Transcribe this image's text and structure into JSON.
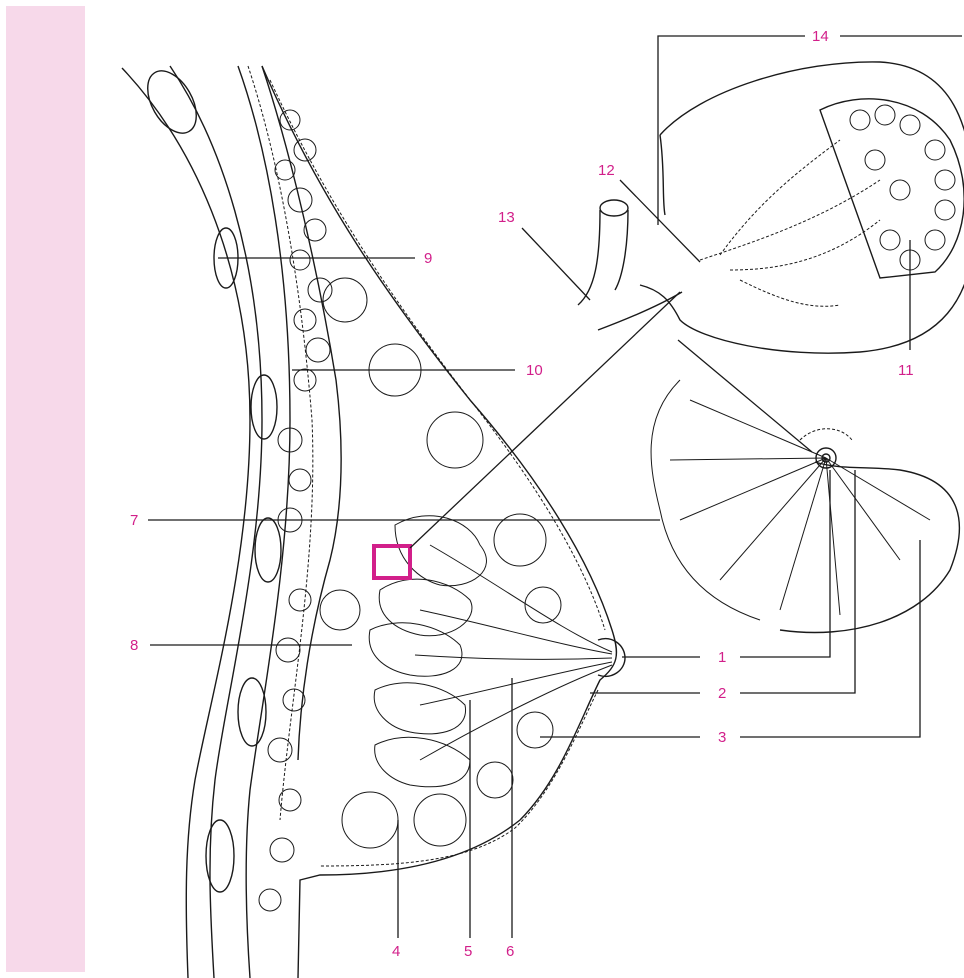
{
  "colors": {
    "accent": "#d21f8a",
    "sidebar": "#f7d9ea",
    "ink": "#1a1a1a"
  },
  "labels": {
    "l1": "1",
    "l2": "2",
    "l3": "3",
    "l4": "4",
    "l5": "5",
    "l6": "6",
    "l7": "7",
    "l8": "8",
    "l9": "9",
    "l10": "10",
    "l11": "11",
    "l12": "12",
    "l13": "13",
    "l14": "14"
  }
}
